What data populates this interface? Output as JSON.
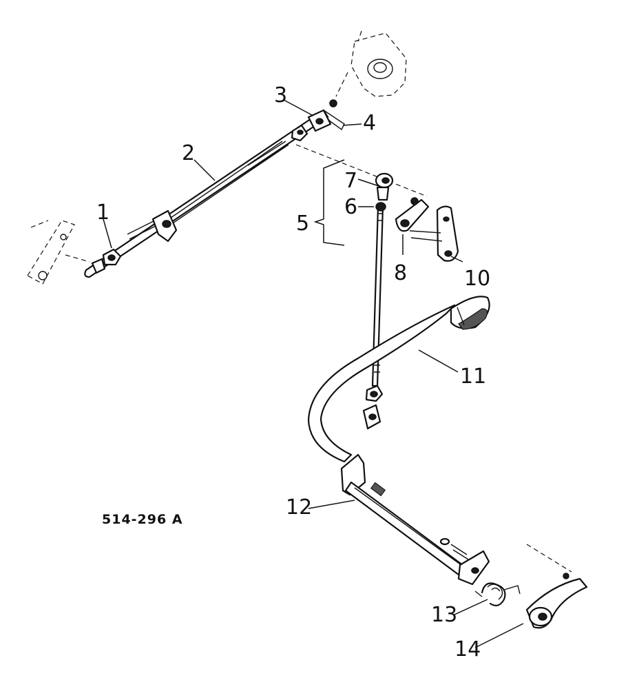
{
  "diagram": {
    "reference": "514-296 A",
    "callouts": [
      {
        "id": "1",
        "label": "1"
      },
      {
        "id": "2",
        "label": "2"
      },
      {
        "id": "3",
        "label": "3"
      },
      {
        "id": "4",
        "label": "4"
      },
      {
        "id": "5",
        "label": "5"
      },
      {
        "id": "6",
        "label": "6"
      },
      {
        "id": "7",
        "label": "7"
      },
      {
        "id": "8",
        "label": "8"
      },
      {
        "id": "10",
        "label": "10"
      },
      {
        "id": "11",
        "label": "11"
      },
      {
        "id": "12",
        "label": "12"
      },
      {
        "id": "13",
        "label": "13"
      },
      {
        "id": "14",
        "label": "14"
      }
    ]
  }
}
